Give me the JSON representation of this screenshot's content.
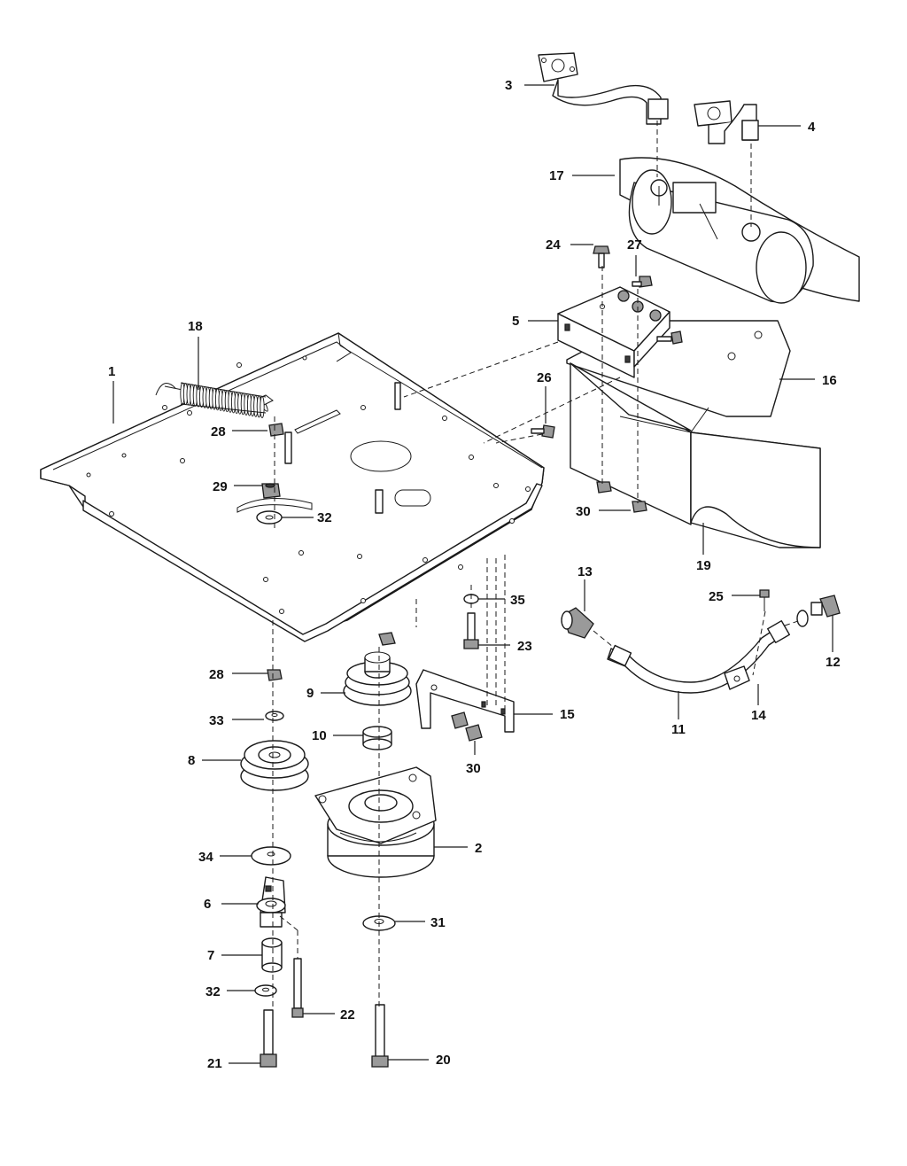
{
  "callouts": [
    {
      "id": "c1",
      "label": "1"
    },
    {
      "id": "c2",
      "label": "2"
    },
    {
      "id": "c3",
      "label": "3"
    },
    {
      "id": "c4",
      "label": "4"
    },
    {
      "id": "c5",
      "label": "5"
    },
    {
      "id": "c6",
      "label": "6"
    },
    {
      "id": "c7",
      "label": "7"
    },
    {
      "id": "c8",
      "label": "8"
    },
    {
      "id": "c9",
      "label": "9"
    },
    {
      "id": "c10",
      "label": "10"
    },
    {
      "id": "c11",
      "label": "11"
    },
    {
      "id": "c12",
      "label": "12"
    },
    {
      "id": "c13",
      "label": "13"
    },
    {
      "id": "c14",
      "label": "14"
    },
    {
      "id": "c15",
      "label": "15"
    },
    {
      "id": "c16",
      "label": "16"
    },
    {
      "id": "c17",
      "label": "17"
    },
    {
      "id": "c18",
      "label": "18"
    },
    {
      "id": "c19",
      "label": "19"
    },
    {
      "id": "c20",
      "label": "20"
    },
    {
      "id": "c21",
      "label": "21"
    },
    {
      "id": "c22",
      "label": "22"
    },
    {
      "id": "c23",
      "label": "23"
    },
    {
      "id": "c24",
      "label": "24"
    },
    {
      "id": "c25",
      "label": "25"
    },
    {
      "id": "c26",
      "label": "26"
    },
    {
      "id": "c27",
      "label": "27"
    },
    {
      "id": "c28a",
      "label": "28"
    },
    {
      "id": "c28b",
      "label": "28"
    },
    {
      "id": "c29",
      "label": "29"
    },
    {
      "id": "c30a",
      "label": "30"
    },
    {
      "id": "c30b",
      "label": "30"
    },
    {
      "id": "c31",
      "label": "31"
    },
    {
      "id": "c32a",
      "label": "32"
    },
    {
      "id": "c32b",
      "label": "32"
    },
    {
      "id": "c33",
      "label": "33"
    },
    {
      "id": "c34",
      "label": "34"
    },
    {
      "id": "c35",
      "label": "35"
    }
  ]
}
